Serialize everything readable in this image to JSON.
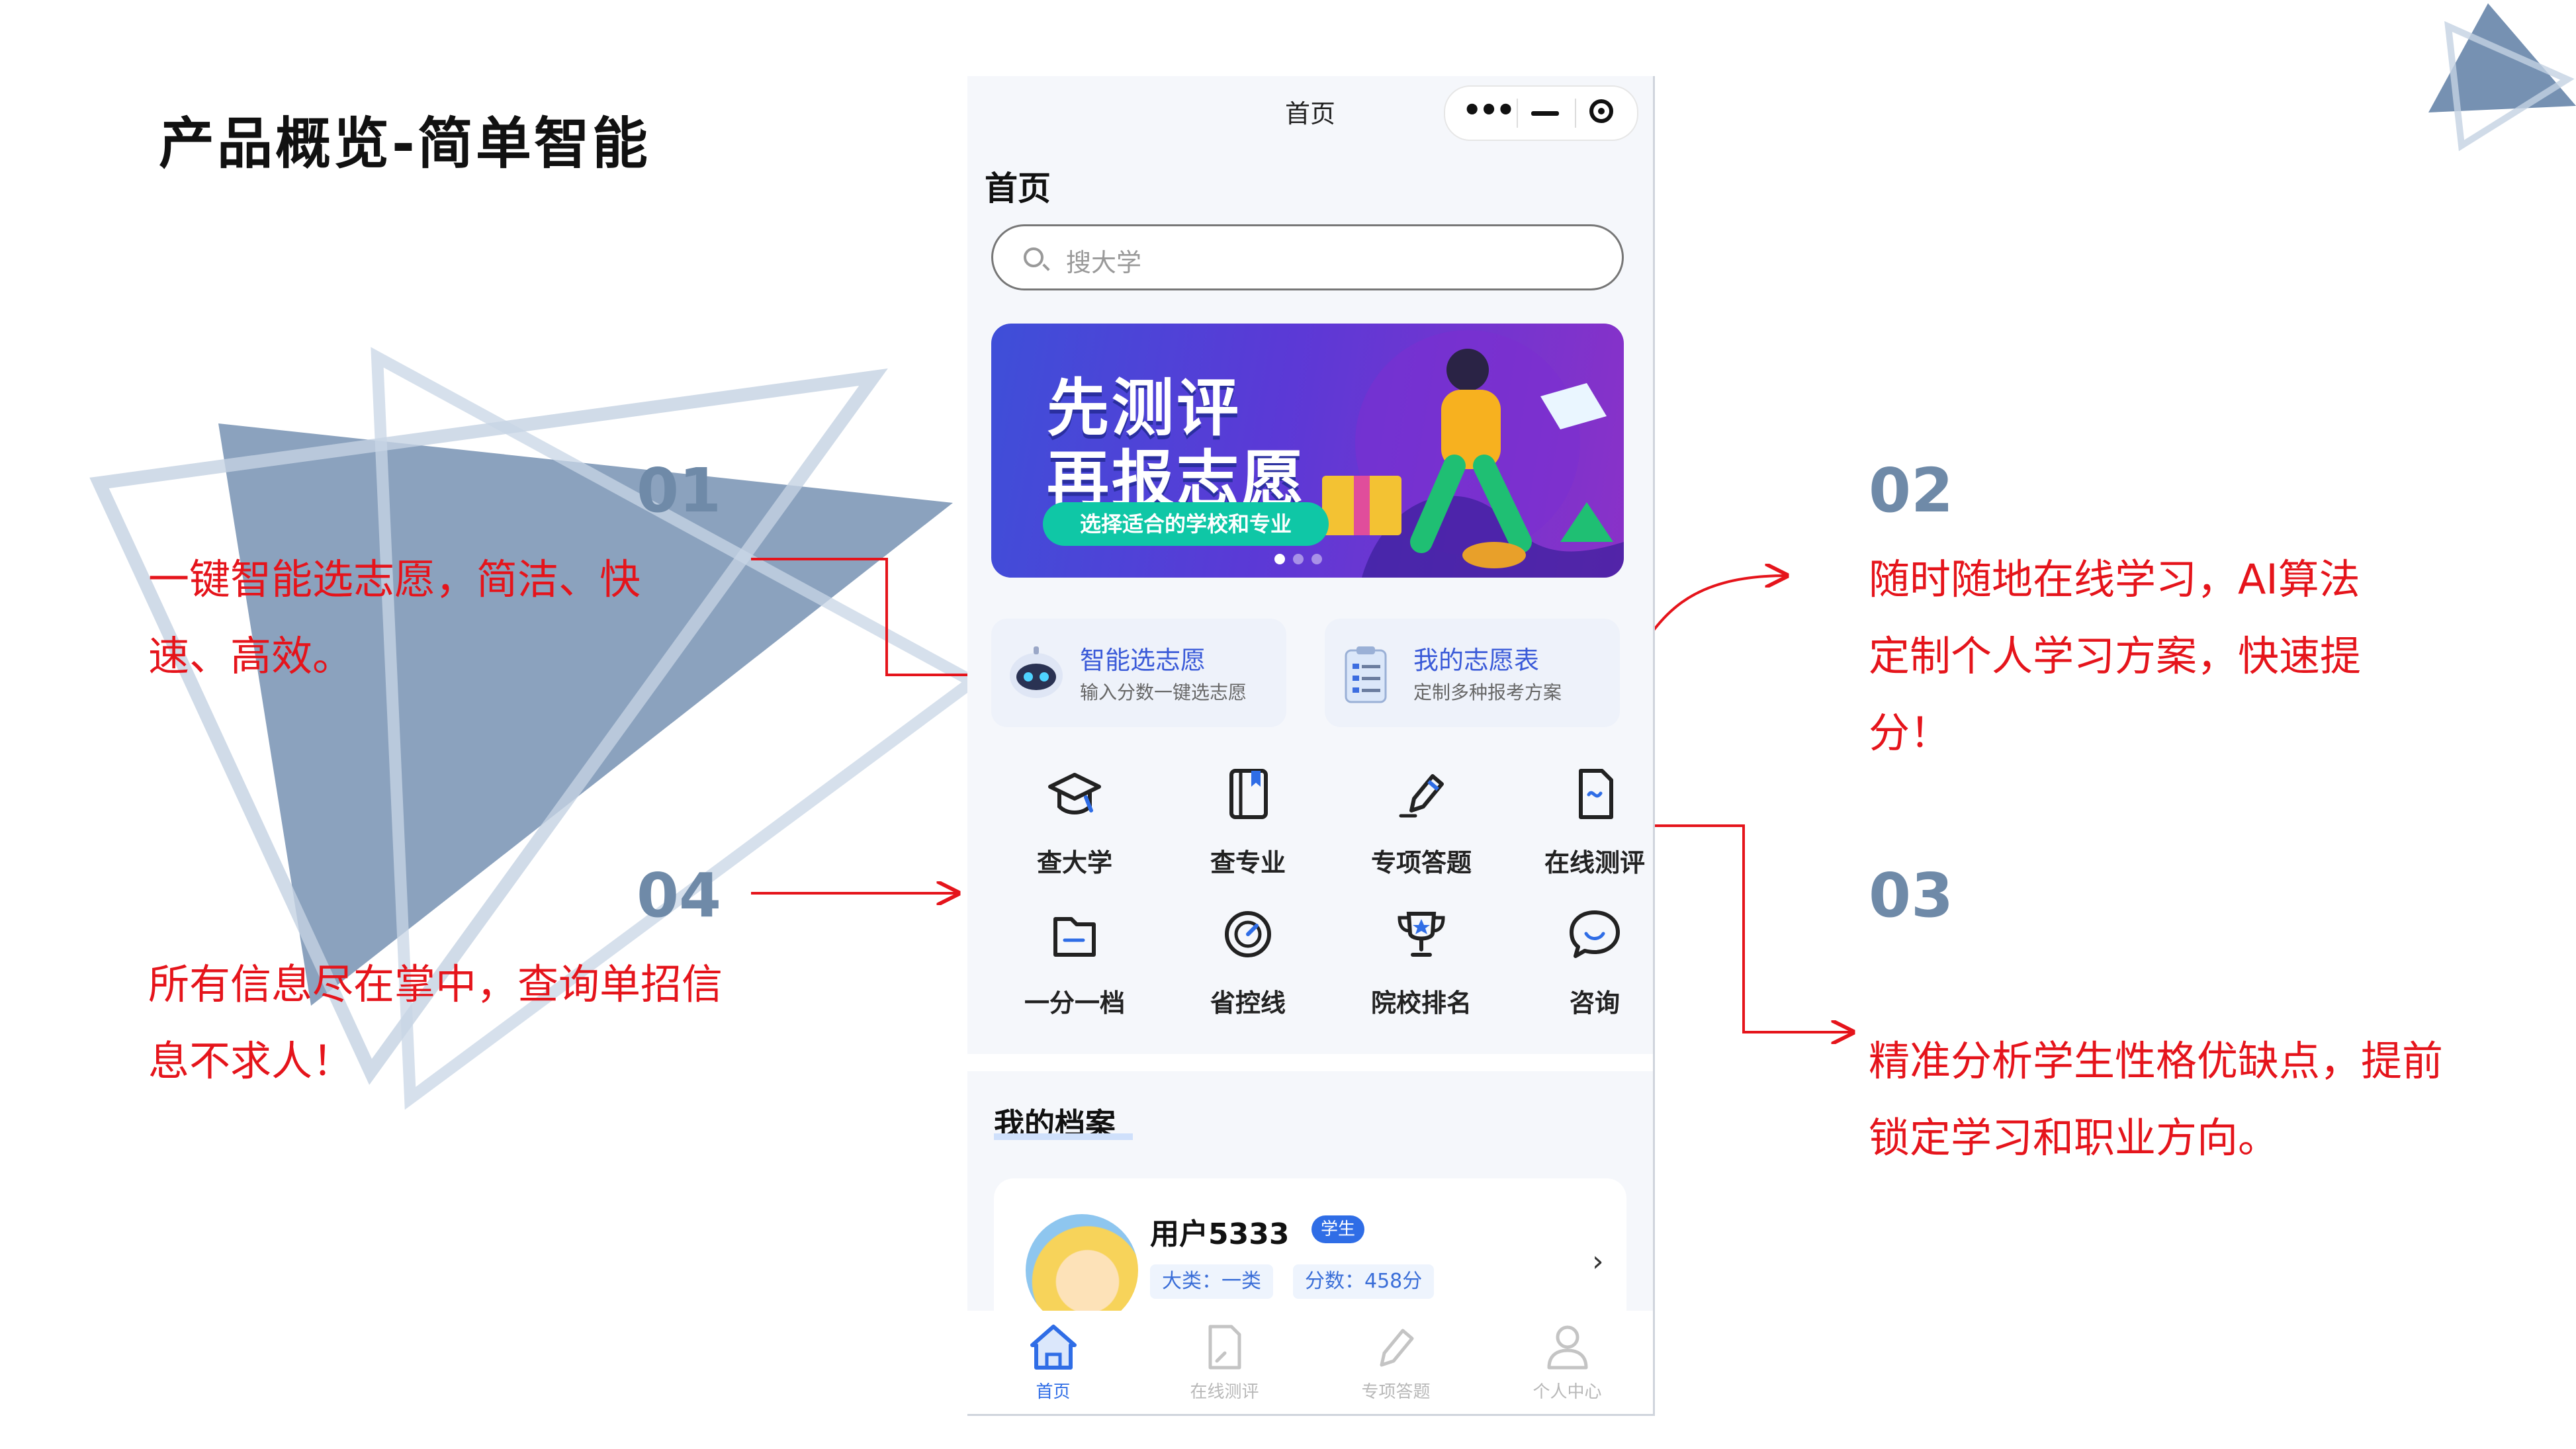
{
  "slide": {
    "title": "产品概览-简单智能",
    "features": [
      {
        "num": "01",
        "text": "一键智能选志愿，简洁、快速、高效。"
      },
      {
        "num": "02",
        "text": "随时随地在线学习，AI算法定制个人学习方案，快速提分！"
      },
      {
        "num": "03",
        "text": "精准分析学生性格优缺点，提前锁定学习和职业方向。"
      },
      {
        "num": "04",
        "text": "所有信息尽在掌中，查询单招信息不求人！"
      }
    ],
    "colors": {
      "accent_red": "#e5141b",
      "number_blue": "#6f8aa8",
      "deco_blue": "#5e7ea5",
      "app_blue": "#2f6de6"
    }
  },
  "app": {
    "nav_title": "首页",
    "capsule": {
      "more_icon": "more-dots-icon",
      "minimize_icon": "minimize-icon",
      "close_icon": "record-circle-icon"
    },
    "page_heading": "首页",
    "search": {
      "placeholder": "搜大学",
      "icon": "search-icon"
    },
    "banner": {
      "line1": "先测评",
      "line2": "再报志愿",
      "pill": "选择适合的学校和专业",
      "dots": 3,
      "active_dot": 1
    },
    "quick_cards": [
      {
        "title": "智能选志愿",
        "sub": "输入分数一键选志愿",
        "icon": "robot-icon"
      },
      {
        "title": "我的志愿表",
        "sub": "定制多种报考方案",
        "icon": "clipboard-list-icon"
      }
    ],
    "grid": [
      {
        "label": "查大学",
        "icon": "graduation-cap-icon"
      },
      {
        "label": "查专业",
        "icon": "book-icon"
      },
      {
        "label": "专项答题",
        "icon": "pencil-icon"
      },
      {
        "label": "在线测评",
        "icon": "test-document-icon"
      },
      {
        "label": "一分一档",
        "icon": "folder-icon"
      },
      {
        "label": "省控线",
        "icon": "gauge-icon"
      },
      {
        "label": "院校排名",
        "icon": "trophy-icon"
      },
      {
        "label": "咨询",
        "icon": "chat-bubble-icon"
      }
    ],
    "profile": {
      "heading": "我的档案",
      "username": "用户5333",
      "role": "学生",
      "category": "大类：一类",
      "score": "分数：458分",
      "chevron": "›"
    },
    "tabbar": [
      {
        "label": "首页",
        "icon": "home-icon",
        "active": true
      },
      {
        "label": "在线测评",
        "icon": "test-document-icon",
        "active": false
      },
      {
        "label": "专项答题",
        "icon": "pencil-icon",
        "active": false
      },
      {
        "label": "个人中心",
        "icon": "user-icon",
        "active": false
      }
    ]
  }
}
